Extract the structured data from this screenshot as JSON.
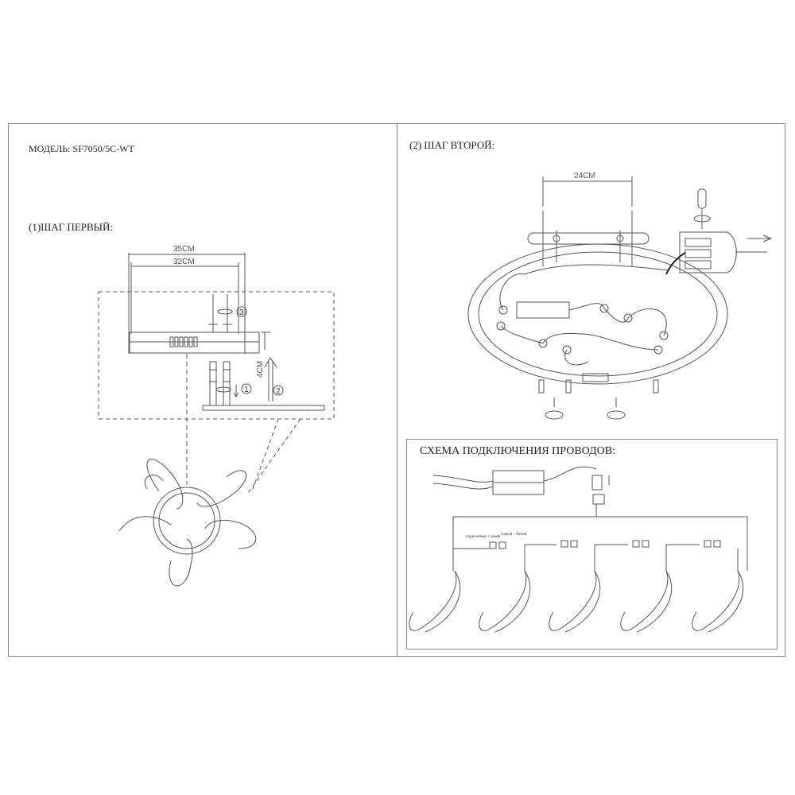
{
  "header": {
    "model": "МОДЕЛЬ: SF7050/5C-WT"
  },
  "step1": {
    "title": "(1)ШАГ ПЕРВЫЙ:",
    "dim_outer": "35CM",
    "dim_inner": "32CM",
    "dim_height": "4CM",
    "callouts": [
      "3",
      "1",
      "2"
    ]
  },
  "step2": {
    "title": "(2) ШАГ ВТОРОЙ:",
    "dim_top": "24CM"
  },
  "wiring": {
    "title": "СХЕМА ПОДКЛЮЧЕНИЯ ПРОВОДОВ:",
    "label_brown_blue": "Коричневый + синий",
    "label_gray_white": "Серый + белый"
  },
  "colors": {
    "line": "#555555",
    "frame": "#888888"
  }
}
